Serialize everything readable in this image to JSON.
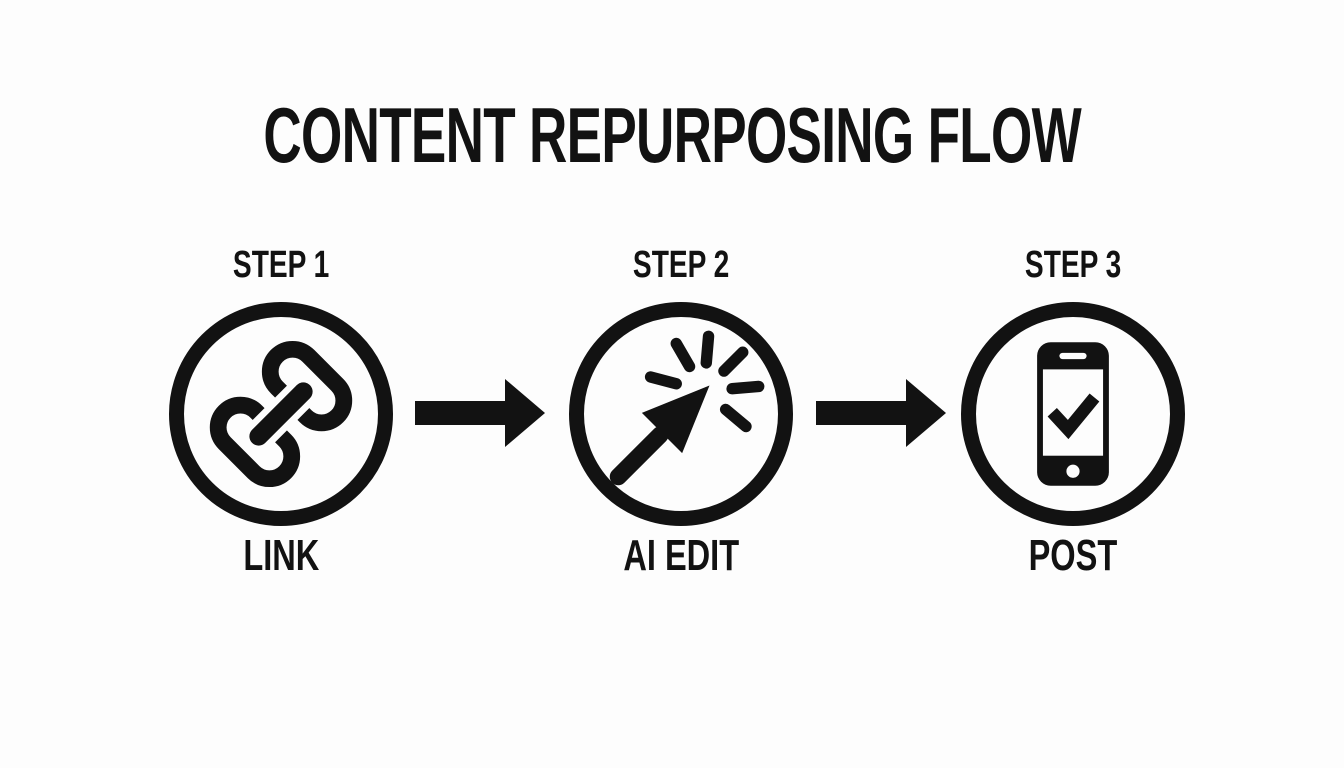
{
  "title": "CONTENT REPURPOSING FLOW",
  "colors": {
    "ink": "#121212",
    "background": "#fdfdfd"
  },
  "steps": [
    {
      "step_label": "STEP 1",
      "name": "LINK",
      "icon": "link-icon"
    },
    {
      "step_label": "STEP 2",
      "name": "AI EDIT",
      "icon": "magic-wand-icon"
    },
    {
      "step_label": "STEP 3",
      "name": "POST",
      "icon": "smartphone-check-icon"
    }
  ],
  "arrows": [
    {
      "icon": "arrow-right-icon"
    },
    {
      "icon": "arrow-right-icon"
    }
  ]
}
